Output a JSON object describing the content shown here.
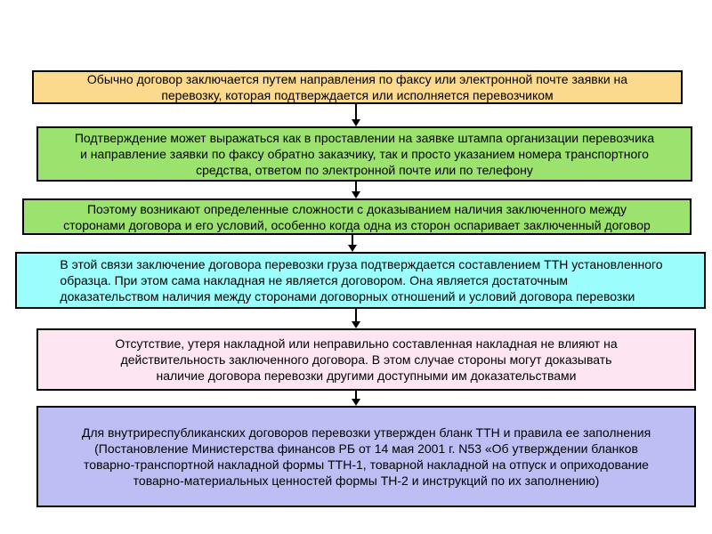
{
  "flow": {
    "boxes": [
      {
        "text": "Обычно договор заключается путем направления по факсу или  электронной почте заявки на\nперевозку, которая подтверждается или исполняется перевозчиком"
      },
      {
        "text": "Подтверждение может выражаться как в проставлении на заявке штампа организации перевозчика\nи направление заявки по факсу обратно заказчику,  так и просто указанием номера транспортного\nсредства, ответом по электронной почте или  по телефону"
      },
      {
        "text": "Поэтому возникают определенные сложности  с доказыванием наличия заключенного между\nсторонами договора и его условий,  особенно когда одна из сторон оспаривает заключенный договор"
      },
      {
        "text": "В этой связи заключение договора перевозки груза подтверждается составлением ТТН  установленного\nобразца. При этом сама накладная не является договором. Она является достаточным\nдоказательством наличия между сторонами договорных отношений и условий  договора перевозки"
      },
      {
        "text": "Отсутствие, утеря накладной или  неправильно составленная накладная не влияют на\nдействительность заключенного договора. В этом случае стороны могут доказывать\nналичие  договора перевозки другими доступными им доказательствами"
      },
      {
        "text": "Для внутриреспубликанских  договоров перевозки утвержден бланк ТТН и правила ее заполнения\n(Постановление Министерства финансов РБ от 14 мая 2001 г. N53 «Об утверждении бланков\nтоварно-транспортной накладной формы ТТН-1, товарной накладной на отпуск и оприходование\nтоварно-материальных ценностей формы ТН-2 и инструкций  по их заполнению)"
      }
    ],
    "colors": {
      "box1": "#fbd98d",
      "box2": "#9be26f",
      "box3": "#9be26f",
      "box4": "#9cfdfd",
      "box5": "#fde5f2",
      "box6": "#bcbef4",
      "border": "#000000",
      "arrow": "#000000"
    },
    "connector_icon": "down-arrow-icon"
  }
}
